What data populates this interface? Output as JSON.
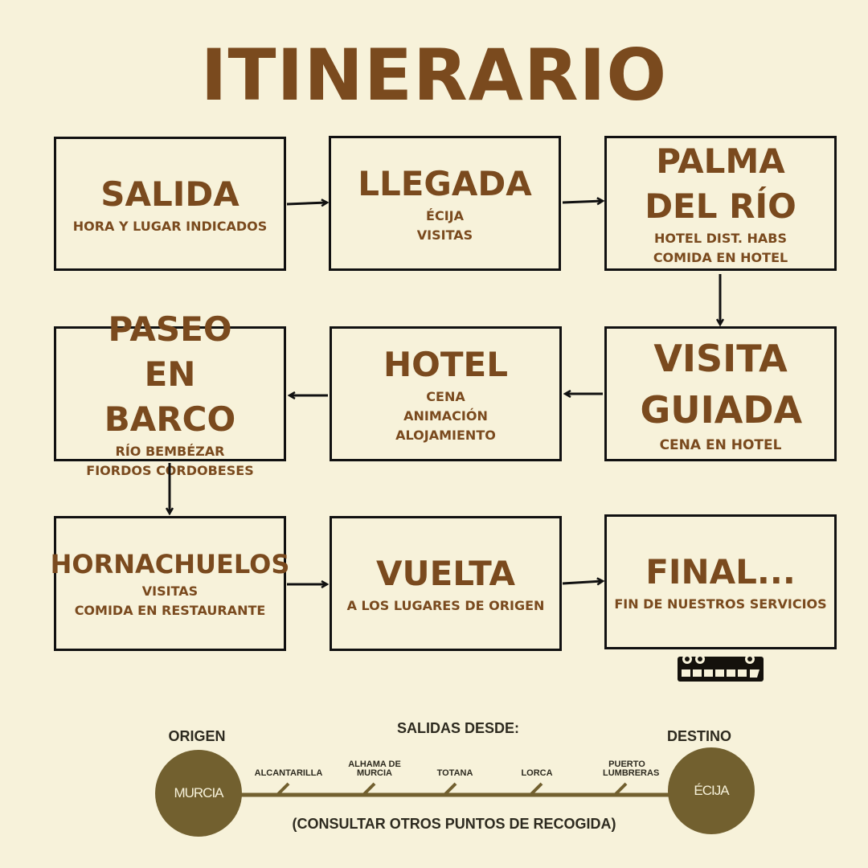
{
  "title": "ITINERARIO",
  "steps": [
    {
      "title": "SALIDA",
      "lines": [
        "HORA Y LUGAR INDICADOS"
      ]
    },
    {
      "title": "LLEGADA",
      "lines": [
        "ÉCIJA",
        "VISITAS"
      ]
    },
    {
      "title": "PALMA DEL RÍO",
      "lines": [
        "HOTEL DIST. HABS",
        "COMIDA EN HOTEL"
      ]
    },
    {
      "title": "VISITA GUIADA",
      "lines": [
        "CENA EN HOTEL"
      ]
    },
    {
      "title": "HOTEL",
      "lines": [
        "CENA",
        "ANIMACIÓN",
        "ALOJAMIENTO"
      ]
    },
    {
      "title": "PASEO EN BARCO",
      "lines": [
        "RÍO BEMBÉZAR",
        "FIORDOS CORDOBESES"
      ]
    },
    {
      "title": "HORNACHUELOS",
      "lines": [
        "VISITAS",
        "COMIDA EN RESTAURANTE"
      ]
    },
    {
      "title": "VUELTA",
      "lines": [
        "A LOS LUGARES DE ORIGEN"
      ]
    },
    {
      "title": "FINAL...",
      "lines": [
        "FIN DE NUESTROS SERVICIOS"
      ]
    }
  ],
  "route": {
    "origin_label": "ORIGEN",
    "origin": "MURCIA",
    "destination_label": "DESTINO",
    "destination": "ÉCIJA",
    "heading": "SALIDAS DESDE:",
    "stops": [
      "ALCANTARILLA",
      "ALHAMA DE MURCIA",
      "TOTANA",
      "LORCA",
      "PUERTO LUMBRERAS"
    ],
    "note": "(CONSULTAR OTROS PUNTOS DE RECOGIDA)"
  },
  "colors": {
    "background": "#f7f2da",
    "accent": "#7a4a1e",
    "circle": "#72602f"
  }
}
